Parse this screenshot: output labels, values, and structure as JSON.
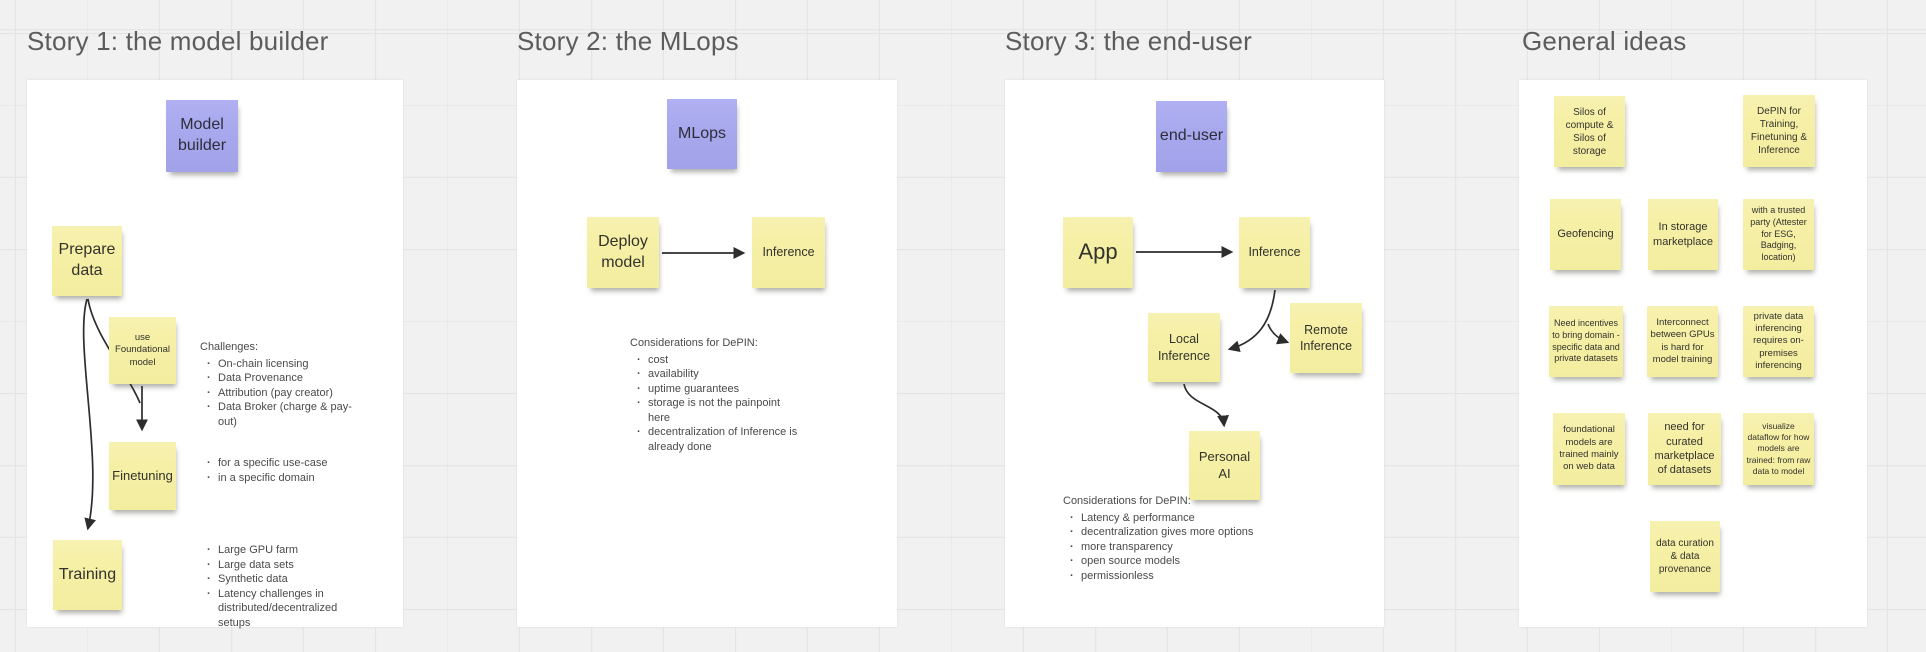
{
  "colors": {
    "board_background": "#F1F1F1",
    "grid_line": "#E4E4E4",
    "frame_background": "#FFFFFF",
    "sticky_yellow": "#F6F0A7",
    "sticky_purple": "#A8A8EE",
    "title_text": "#5C5C5C",
    "connector_ink": "#2D2D2D"
  },
  "sections": [
    {
      "title": "Story 1: the model builder",
      "stickies": [
        {
          "id": "model-builder",
          "label": "Model builder"
        },
        {
          "id": "prepare-data",
          "label": "Prepare data"
        },
        {
          "id": "use-foundational-model",
          "label": "use Foundational model"
        },
        {
          "id": "finetuning",
          "label": "Finetuning"
        },
        {
          "id": "training",
          "label": "Training"
        }
      ],
      "notes": [
        {
          "title": "Challenges:",
          "bullets": [
            "On-chain licensing",
            "Data Provenance",
            "Attribution (pay creator)",
            "Data Broker (charge & pay-out)"
          ]
        },
        {
          "title": "",
          "bullets": [
            "for a specific use-case",
            "in a specific domain"
          ]
        },
        {
          "title": "",
          "bullets": [
            "Large GPU farm",
            "Large data sets",
            "Synthetic data",
            "Latency challenges in distributed/decentralized setups"
          ]
        }
      ]
    },
    {
      "title": "Story 2: the MLops",
      "stickies": [
        {
          "id": "mlops",
          "label": "MLops"
        },
        {
          "id": "deploy-model",
          "label": "Deploy model"
        },
        {
          "id": "inference",
          "label": "Inference"
        }
      ],
      "notes": [
        {
          "title": "Considerations for DePIN:",
          "bullets": [
            "cost",
            "availability",
            "uptime guarantees",
            "storage is not the painpoint here",
            "decentralization of Inference is already done"
          ]
        }
      ]
    },
    {
      "title": "Story 3: the end-user",
      "stickies": [
        {
          "id": "end-user",
          "label": "end-user"
        },
        {
          "id": "app",
          "label": "App"
        },
        {
          "id": "inference",
          "label": "Inference"
        },
        {
          "id": "local-inference",
          "label": "Local Inference"
        },
        {
          "id": "remote-inference",
          "label": "Remote Inference"
        },
        {
          "id": "personal-ai",
          "label": "Personal AI"
        }
      ],
      "notes": [
        {
          "title": "Considerations for DePIN:",
          "bullets": [
            "Latency & performance",
            "decentralization gives more options",
            "more transparency",
            "open source models",
            "permissionless"
          ]
        }
      ]
    },
    {
      "title": "General ideas",
      "stickies": [
        {
          "id": "silos",
          "label": "Silos of compute & Silos of storage"
        },
        {
          "id": "depin-for",
          "label": "DePIN for Training, Finetuning & Inference"
        },
        {
          "id": "geofencing",
          "label": "Geofencing"
        },
        {
          "id": "in-storage-marketplace",
          "label": "In storage marketplace"
        },
        {
          "id": "trusted-party",
          "label": "with a trusted party (Attester for ESG, Badging, location)"
        },
        {
          "id": "need-incentives",
          "label": "Need incentives to bring domain -specific data and private datasets"
        },
        {
          "id": "interconnect-gpus",
          "label": "Interconnect between GPUs is hard for model training"
        },
        {
          "id": "private-data-inferencing",
          "label": "private data inferencing requires on-premises inferencing"
        },
        {
          "id": "foundational-web-data",
          "label": "foundational models are trained mainly on web data"
        },
        {
          "id": "curated-marketplace",
          "label": "need for curated marketplace of datasets"
        },
        {
          "id": "visualize-dataflow",
          "label": "visualize dataflow for how models are trained: from raw data to model"
        },
        {
          "id": "data-curation",
          "label": "data curation & data provenance"
        }
      ],
      "notes": []
    }
  ]
}
